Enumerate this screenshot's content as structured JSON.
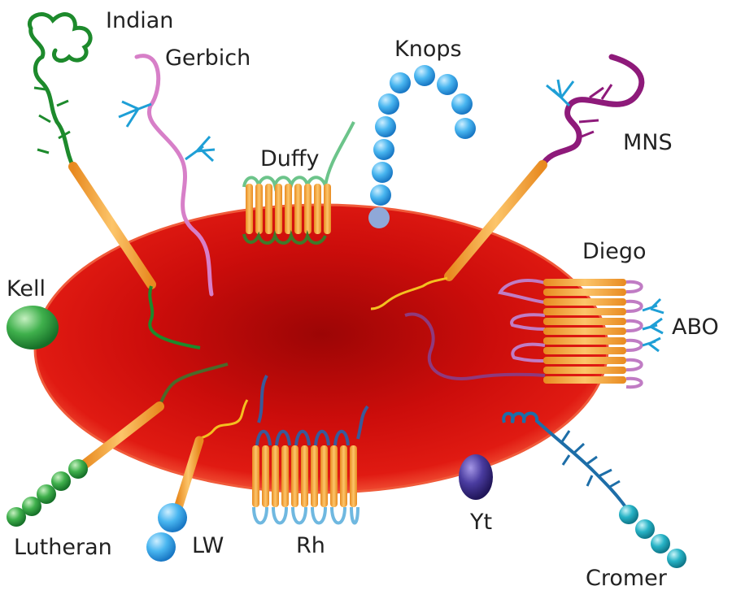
{
  "labels": {
    "indian": "Indian",
    "gerbich": "Gerbich",
    "knops": "Knops",
    "duffy": "Duffy",
    "mns": "MNS",
    "kell": "Kell",
    "diego": "Diego",
    "abo": "ABO",
    "lutheran": "Lutheran",
    "lw": "LW",
    "rh": "Rh",
    "yt": "Yt",
    "cromer": "Cromer"
  },
  "colors": {
    "cell": "#d8120f",
    "cell_center": "#9e0606",
    "cell_rim": "#f06040",
    "helix": "#f7a640",
    "indian": "#1d8a2c",
    "gerbich": "#d77fc8",
    "knops": "#3aa6e8",
    "duffy": "#6cc48a",
    "mns": "#8e1a7a",
    "kell": "#2ea14c",
    "lutheran": "#37a63f",
    "lw": "#2ea0e6",
    "rh": "#6fb8e0",
    "diego": "#c07cc4",
    "abo_glycan": "#1e9fd6",
    "yt": "#3d2f8c",
    "cromer": "#1aa6b8",
    "label_text": "#222222"
  }
}
